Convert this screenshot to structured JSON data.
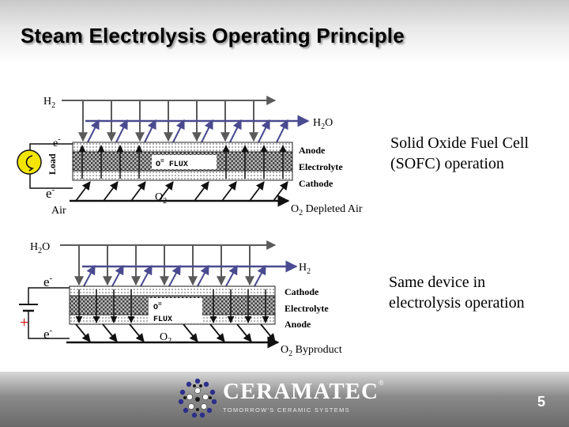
{
  "title": "Steam Electrolysis Operating Principle",
  "sofc": {
    "inlet_gas": "H",
    "inlet_sub": "2",
    "outlet_gas": "H",
    "outlet_sub": "2",
    "outlet_tail": "O",
    "load_label": "Load",
    "electron_top": "e",
    "electron_top_sup": "-",
    "electron_left": "e",
    "electron_left_sup": "-",
    "air_label": "Air",
    "oxygen_label": "O",
    "oxygen_sub": "2",
    "depleted_pre": "O",
    "depleted_sub": "2",
    "depleted_post": " Depleted Air",
    "flux_label": "O",
    "flux_sup": "=",
    "flux_tail": " FLUX",
    "layers": [
      "Anode",
      "Electrolyte",
      "Cathode"
    ],
    "description": [
      "Solid Oxide Fuel Cell",
      "(SOFC) operation"
    ]
  },
  "electrolysis": {
    "inlet_gas": "H",
    "inlet_sub": "2",
    "inlet_tail": "O",
    "outlet_gas": "H",
    "outlet_sub": "2",
    "electron_top": "e",
    "electron_top_sup": "-",
    "electron_bottom": "e",
    "electron_bottom_sup": "-",
    "plus_sign": "+",
    "oxygen_label": "O",
    "oxygen_sub": "2",
    "byproduct_pre": "O",
    "byproduct_sub": "2",
    "byproduct_post": " Byproduct",
    "flux_label": "O",
    "flux_sup": "=",
    "flux_tail": "FLUX",
    "layers": [
      "Cathode",
      "Electrolyte",
      "Anode"
    ],
    "description": [
      "Same device in",
      "electrolysis operation"
    ]
  },
  "footer": {
    "brand": "CERAMATEC",
    "trademark": "®",
    "tagline": "TOMORROW'S CERAMIC SYSTEMS",
    "page_number": "5"
  },
  "colors": {
    "steam_arrow": "#4a4a90",
    "gas_arrow": "#5a5a5a",
    "plus_sign": "#cc0000",
    "load_circle": "#f3e500"
  }
}
